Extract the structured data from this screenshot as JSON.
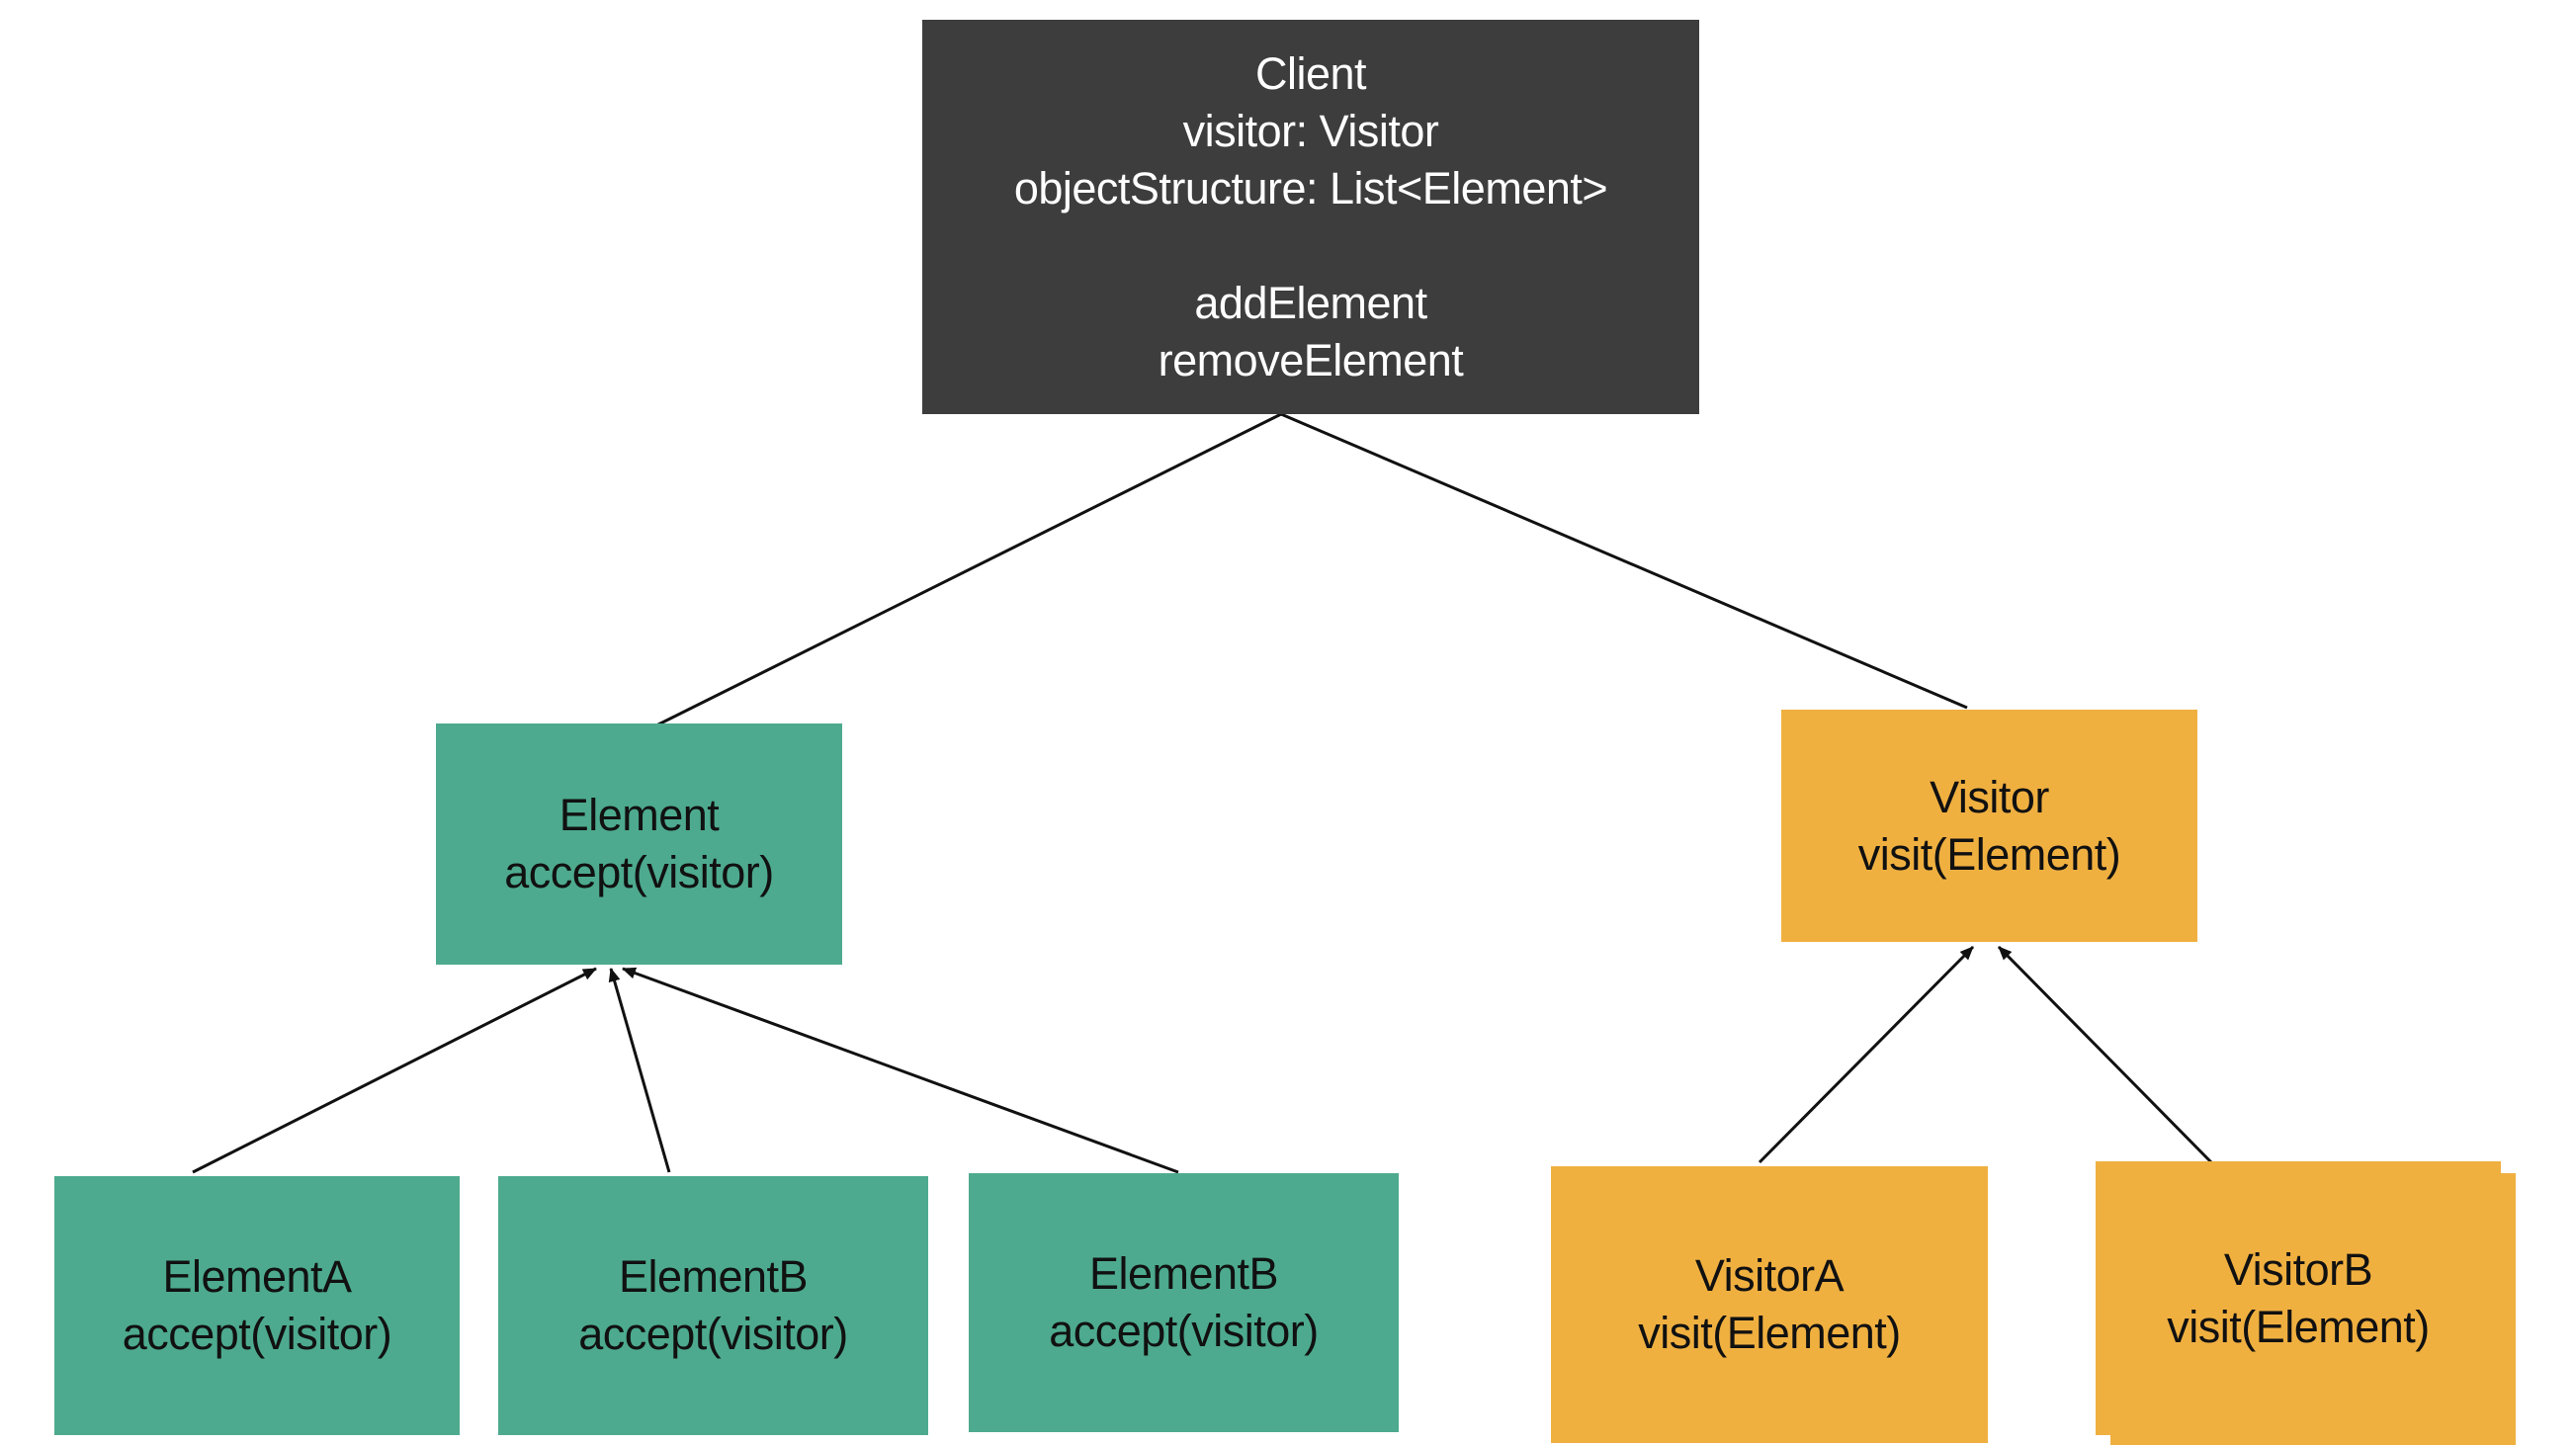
{
  "nodes": {
    "client": {
      "name": "Client",
      "fields": [
        "visitor: Visitor",
        "objectStructure: List<Element>"
      ],
      "methods": [
        "addElement",
        "removeElement"
      ]
    },
    "element": {
      "name": "Element",
      "method": "accept(visitor)"
    },
    "visitor": {
      "name": "Visitor",
      "method": "visit(Element)"
    },
    "element_a": {
      "name": "ElementA",
      "method": "accept(visitor)"
    },
    "element_b1": {
      "name": "ElementB",
      "method": "accept(visitor)"
    },
    "element_b2": {
      "name": "ElementB",
      "method": "accept(visitor)"
    },
    "visitor_a": {
      "name": "VisitorA",
      "method": "visit(Element)"
    },
    "visitor_b": {
      "name": "VisitorB",
      "method": "visit(Element)"
    }
  },
  "colors": {
    "client": "#3d3d3d",
    "element_family": "#4daa8e",
    "visitor_family": "#f0b040",
    "lines": "#111111"
  }
}
